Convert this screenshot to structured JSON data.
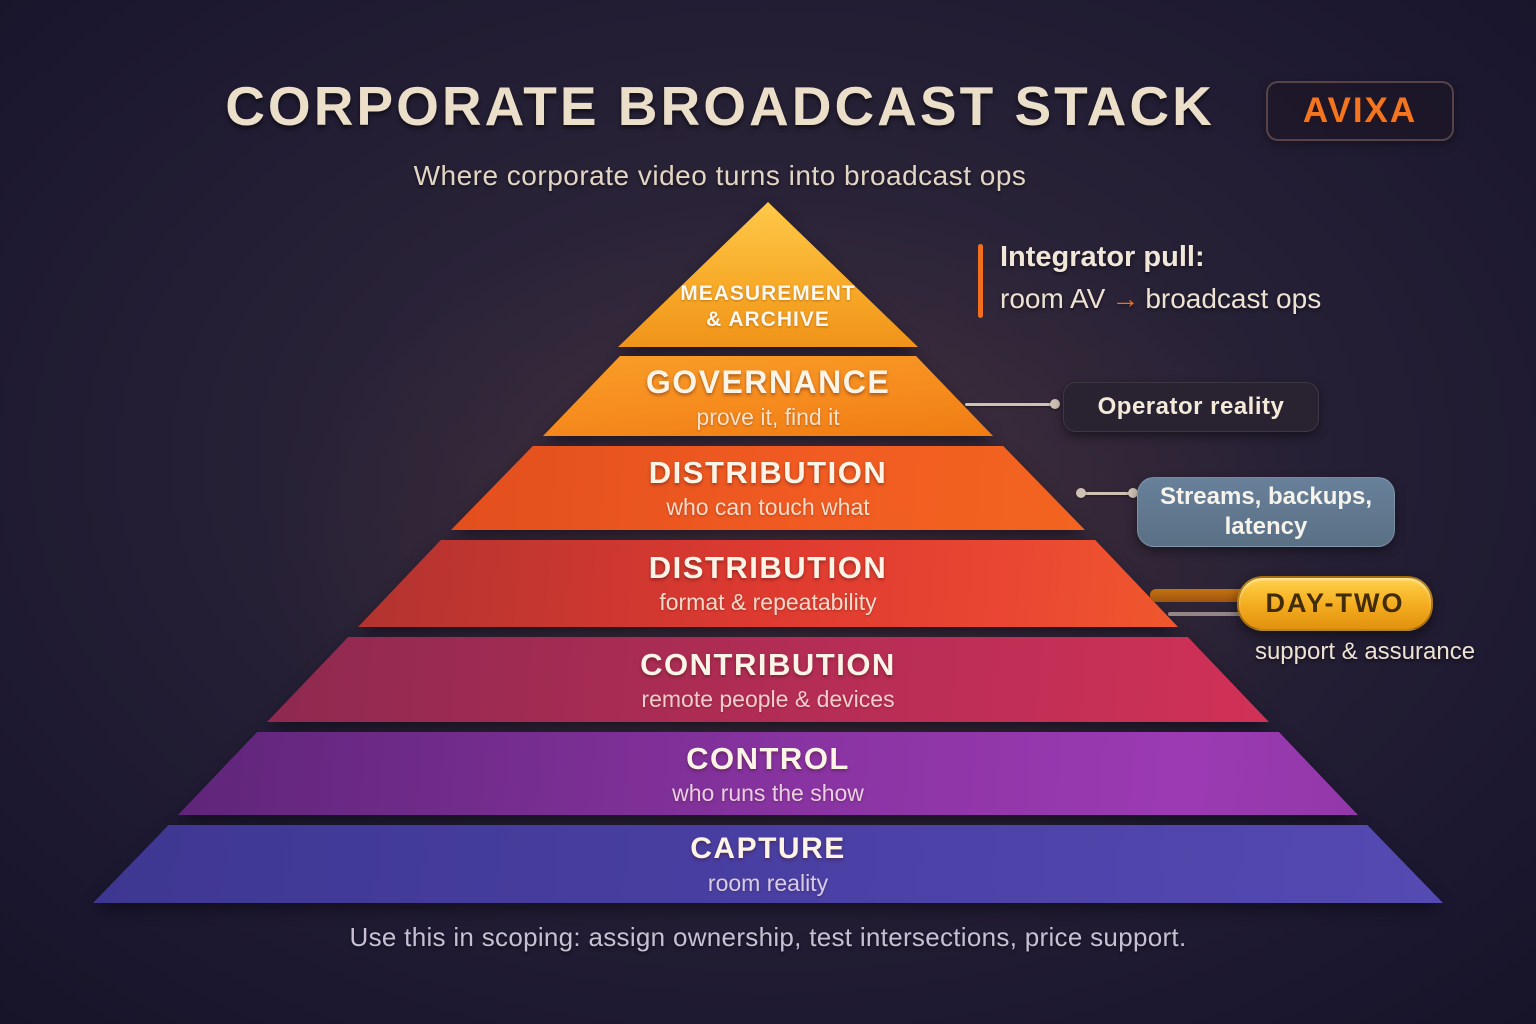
{
  "page": {
    "title": "CORPORATE BROADCAST STACK",
    "subtitle": "Where corporate video turns into broadcast ops",
    "footer": "Use this in scoping: assign ownership, test intersections, price support."
  },
  "logo": {
    "text": "AVIXA",
    "color": "#F4751F"
  },
  "integrator_note": {
    "heading": "Integrator pull:",
    "from": "room AV",
    "arrow": "→",
    "to": "broadcast ops",
    "accent_color": "#F2701D"
  },
  "callouts": {
    "operator": {
      "label": "Operator reality",
      "bg": "#292231",
      "attaches_to": "GOVERNANCE"
    },
    "streams": {
      "label": "Streams, backups, latency",
      "bg": "#60748A",
      "attaches_to": "DISTRIBUTION (who can touch what)"
    },
    "day_two": {
      "label": "DAY-TWO",
      "sub": "support & assurance",
      "bg": "#F0A91C",
      "attaches_to": "DISTRIBUTION (format & repeatability)"
    }
  },
  "pyramid": {
    "layers": [
      {
        "title": "MEASUREMENT & ARCHIVE",
        "lines": [
          "MEASUREMENT",
          "& ARCHIVE"
        ],
        "subtitle": "",
        "color": "#F9A825"
      },
      {
        "title": "GOVERNANCE",
        "subtitle": "prove it, find it",
        "color": "#F68B1F"
      },
      {
        "title": "DISTRIBUTION",
        "subtitle": "who can touch what",
        "color": "#F15B22"
      },
      {
        "title": "DISTRIBUTION",
        "subtitle": "format & repeatability",
        "color": "#DC3A30"
      },
      {
        "title": "CONTRIBUTION",
        "subtitle": "remote people & devices",
        "color": "#B52D55"
      },
      {
        "title": "CONTROL",
        "subtitle": "who runs the show",
        "color": "#8A34A3"
      },
      {
        "title": "CAPTURE",
        "subtitle": "room reality",
        "color": "#4A40A5"
      }
    ]
  }
}
